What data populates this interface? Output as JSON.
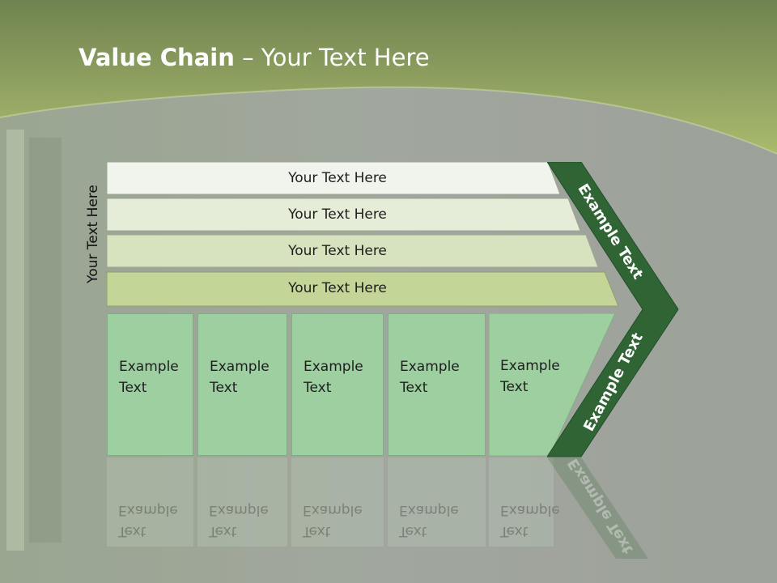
{
  "title": {
    "bold": "Value Chain",
    "rest": " – Your Text Here"
  },
  "vertical_label": "Your Text Here",
  "support_rows": [
    {
      "label": "Your Text Here"
    },
    {
      "label": "Your Text Here"
    },
    {
      "label": "Your Text Here"
    },
    {
      "label": "Your Text Here"
    }
  ],
  "primary_columns": [
    {
      "line1": "Example",
      "line2": "Text"
    },
    {
      "line1": "Example",
      "line2": "Text"
    },
    {
      "line1": "Example",
      "line2": "Text"
    },
    {
      "line1": "Example",
      "line2": "Text"
    },
    {
      "line1": "Example",
      "line2": "Text"
    }
  ],
  "chevron": {
    "upper_label": "Example Text",
    "lower_label": "Example Text"
  },
  "colors": {
    "header_green": "#a8bb6c",
    "chevron_green": "#2f6534",
    "column_green": "#9dcfa0",
    "row_fills": [
      "#f1f4ec",
      "#e5edd8",
      "#d7e3bf",
      "#c3d697"
    ]
  }
}
